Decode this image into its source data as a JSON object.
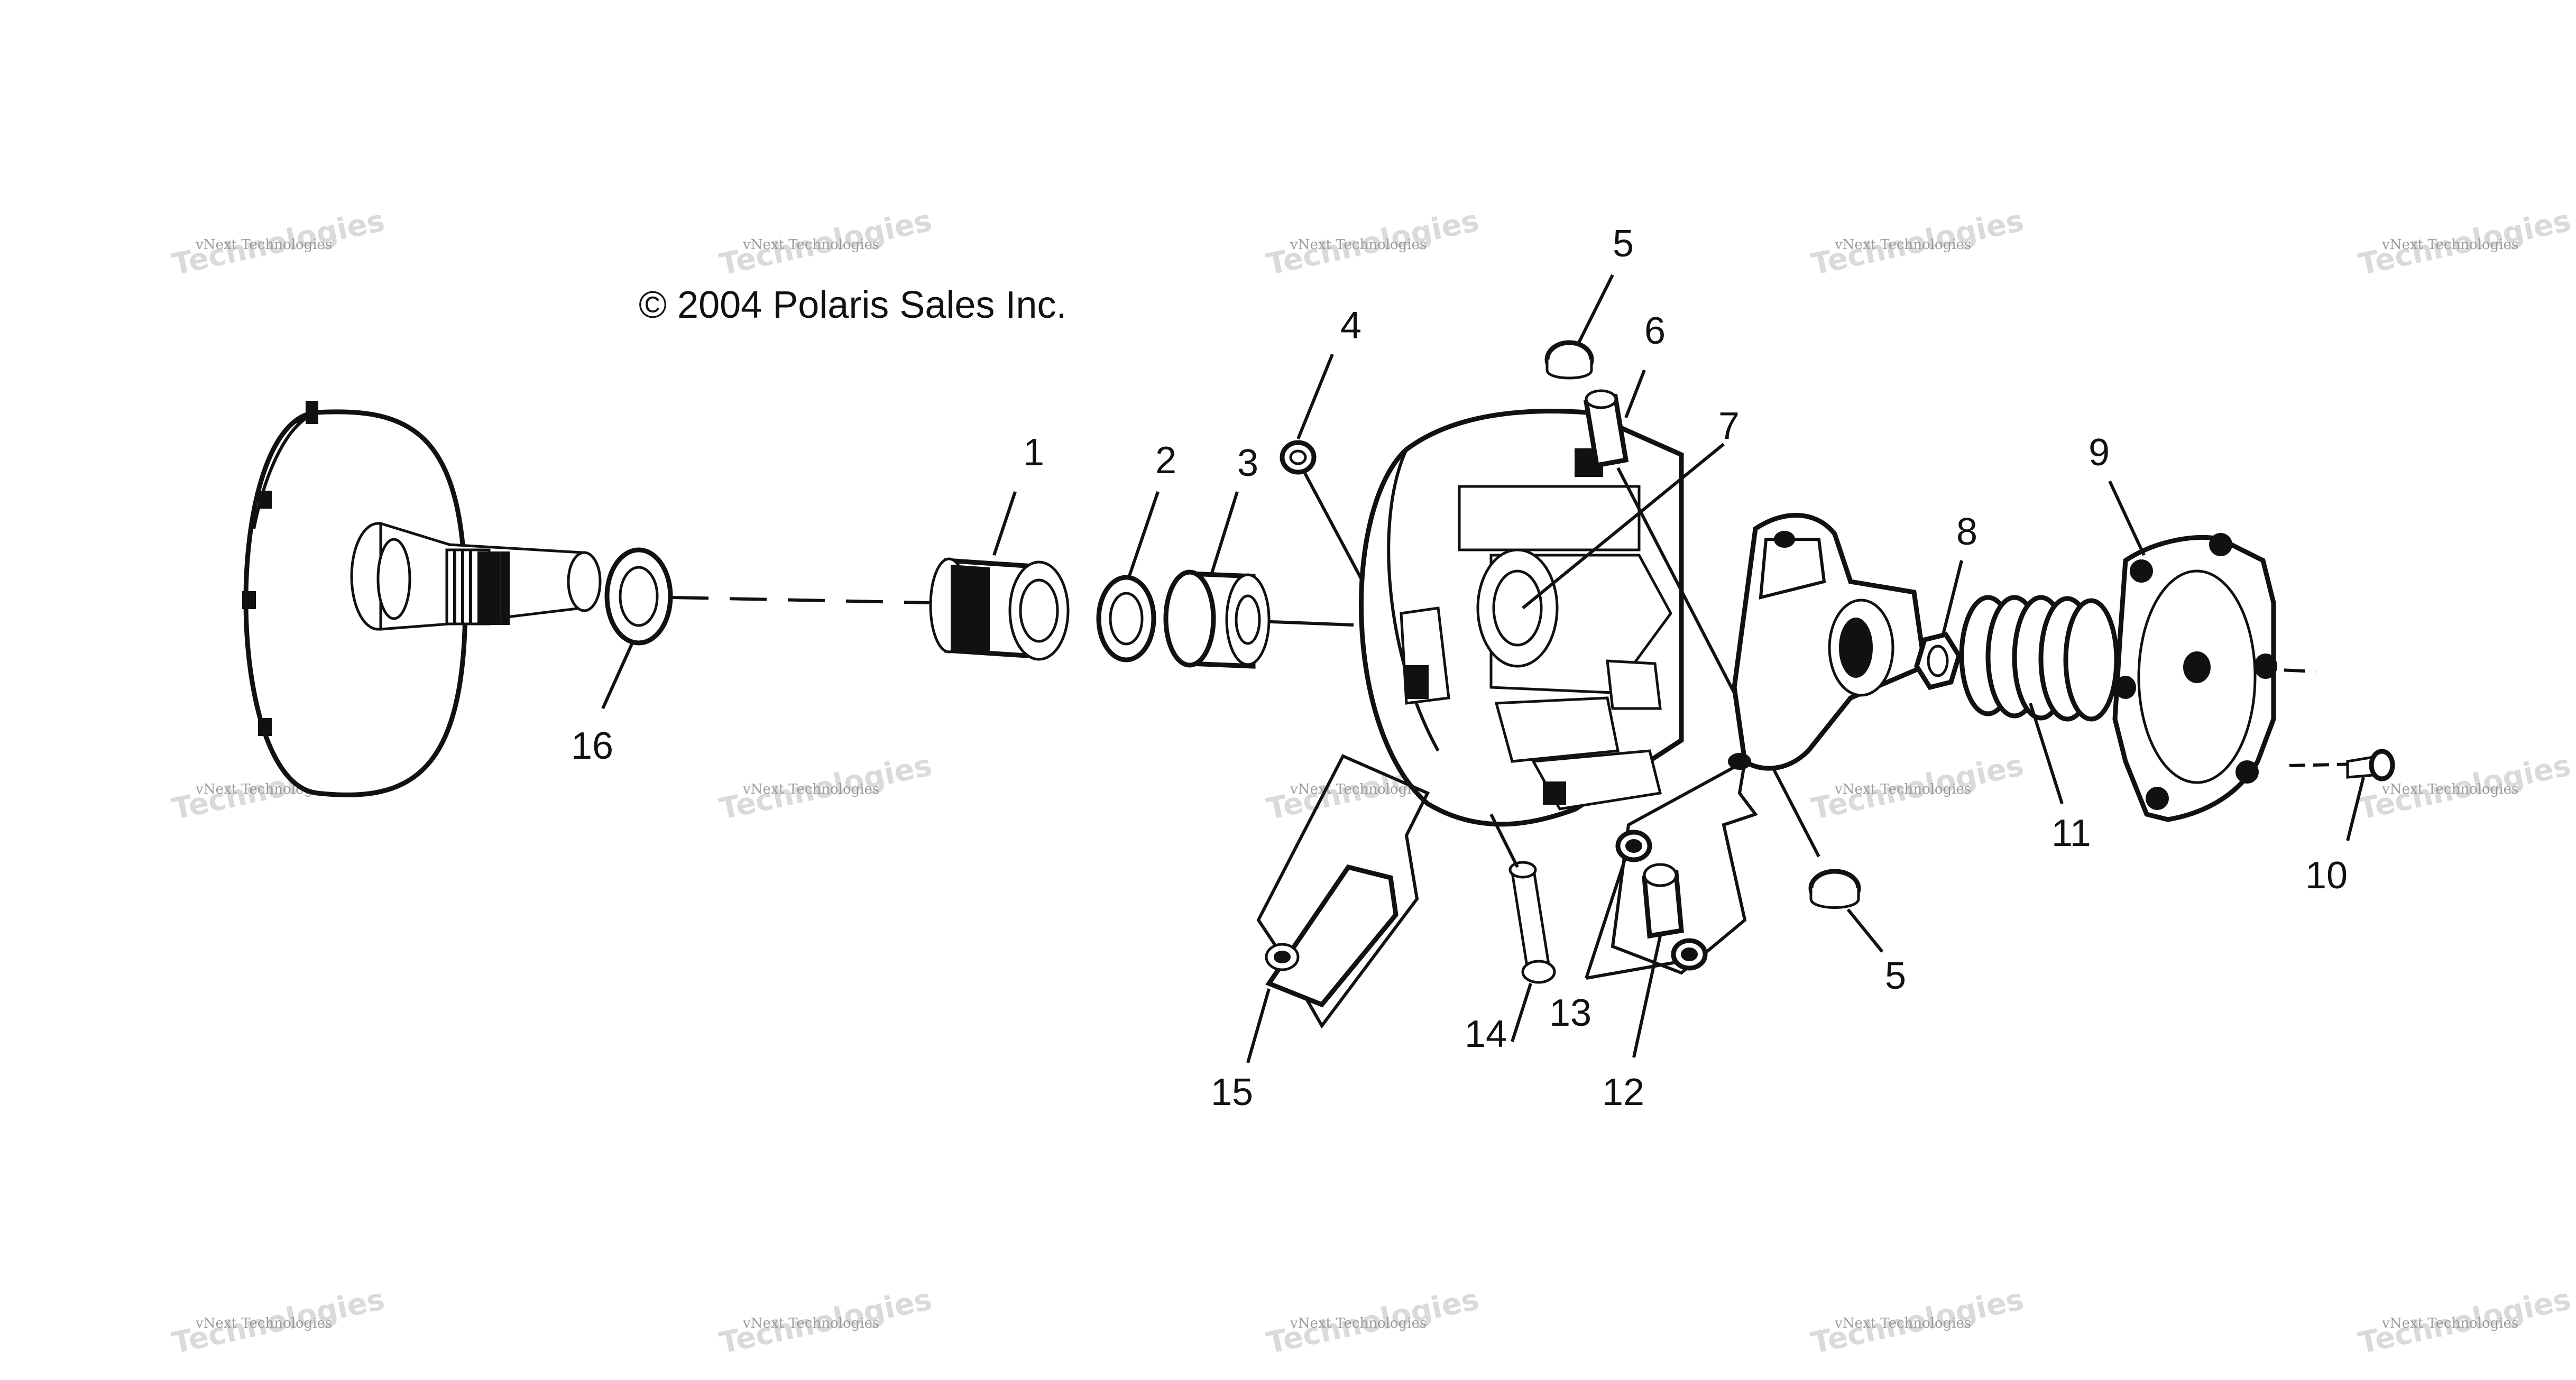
{
  "copyright": "© 2004 Polaris Sales Inc.",
  "watermark": {
    "line1": "vNext Technologies",
    "line2": "Technologies"
  },
  "callouts": {
    "c1": "1",
    "c2": "2",
    "c3": "3",
    "c4": "4",
    "c5a": "5",
    "c5b": "5",
    "c6": "6",
    "c7": "7",
    "c8": "8",
    "c9": "9",
    "c10": "10",
    "c11": "11",
    "c12": "12",
    "c13": "13",
    "c14": "14",
    "c15": "15",
    "c16": "16"
  }
}
